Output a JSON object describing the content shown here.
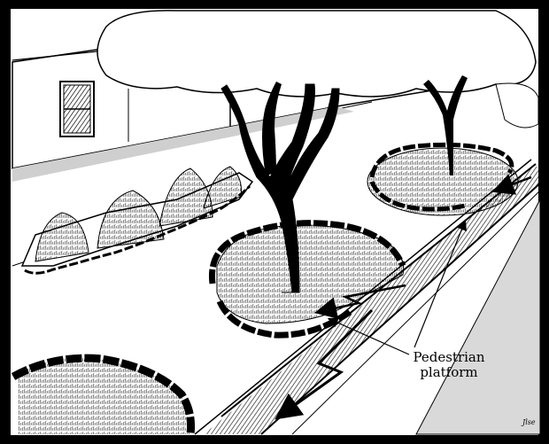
{
  "figure": {
    "callout_line_1": "Pedestrian",
    "callout_line_2": "platform",
    "signature": "Jlse"
  },
  "colors": {
    "frame": "#000000",
    "paper": "#ffffff",
    "street": "#d6d6d6",
    "ink": "#000000"
  },
  "icons": [
    "house",
    "window",
    "shrub",
    "street-tree",
    "stone-tree-pit",
    "curb",
    "gutter",
    "arrow"
  ]
}
